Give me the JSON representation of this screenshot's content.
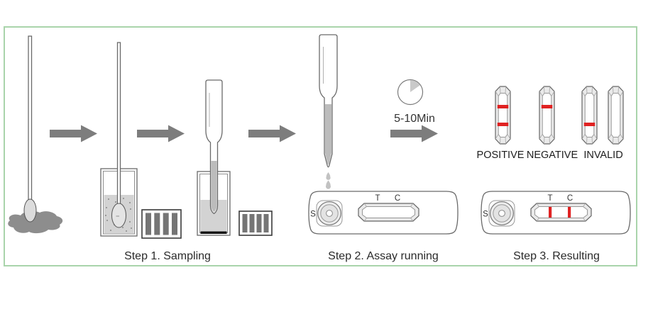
{
  "colors": {
    "border_green": "#a9d4ab",
    "arrow_gray": "#7d7d7d",
    "outline_gray": "#6a6a6a",
    "liquid_gray": "#d3d3d3",
    "dropper_liquid": "#bcbcbc",
    "stain_gray": "#8d8d8d",
    "red_line": "#e02222",
    "text_dark": "#2a2a2a"
  },
  "steps": [
    {
      "label": "Step 1. Sampling"
    },
    {
      "label": "Step 2. Assay running"
    },
    {
      "label": "Step 3. Resulting"
    }
  ],
  "timer": {
    "duration_label": "5-10Min"
  },
  "cassette": {
    "sample_well": "S",
    "test_line": "T",
    "control_line": "C"
  },
  "results": {
    "positive": {
      "label": "POSITIVE",
      "lines": [
        "control",
        "test"
      ]
    },
    "negative": {
      "label": "NEGATIVE",
      "lines": [
        "control"
      ]
    },
    "invalid": {
      "label": "INVALID",
      "variants": [
        [
          "test"
        ],
        []
      ]
    }
  }
}
